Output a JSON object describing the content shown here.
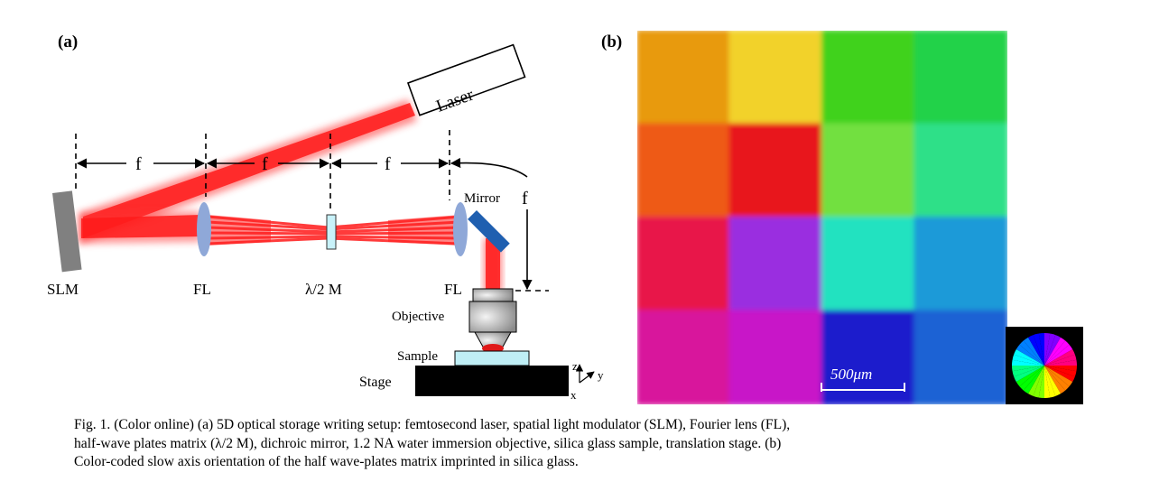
{
  "panel_a": {
    "label": "(a)",
    "laser": "Laser",
    "f_labels": [
      "f",
      "f",
      "f",
      "f"
    ],
    "mirror": "Mirror",
    "slm": "SLM",
    "fl_left": "FL",
    "half_wave": "λ/2 M",
    "fl_right": "FL",
    "objective": "Objective",
    "sample": "Sample",
    "stage": "Stage",
    "axis_z": "z",
    "axis_y": "y",
    "axis_x": "x",
    "colors": {
      "beam": "#ff2020",
      "lens": "#8fa8d8",
      "mirror": "#1f5fb0",
      "slm": "#808080",
      "stage": "#000000",
      "sample": "#bfeef5"
    }
  },
  "panel_b": {
    "label": "(b)",
    "scale_bar": "500μm",
    "tile_colors": [
      [
        "#e89a10",
        "#f2d22a",
        "#3fd21a",
        "#22d24a"
      ],
      [
        "#ee5a12",
        "#e8141e",
        "#72e040",
        "#2ee088"
      ],
      [
        "#e8184a",
        "#9a2ee0",
        "#22e2c0",
        "#1c9ad8"
      ],
      [
        "#d8149c",
        "#c818c8",
        "#1a1ecc",
        "#1c62d4"
      ]
    ],
    "wheel_colors": [
      "#ff0000",
      "#ff8000",
      "#ffff00",
      "#80ff00",
      "#00ff00",
      "#00ff80",
      "#00ffff",
      "#0080ff",
      "#0000ff",
      "#8000ff",
      "#ff00ff",
      "#ff0080"
    ]
  },
  "caption": {
    "line1": "Fig. 1. (Color online) (a) 5D optical storage writing setup: femtosecond laser, spatial light modulator (SLM), Fourier lens (FL),",
    "line2": "half-wave plates matrix (λ/2 M), dichroic mirror, 1.2 NA water immersion objective, silica glass sample, translation stage. (b)",
    "line3": "Color-coded slow axis orientation of the half wave-plates matrix imprinted in silica glass."
  }
}
